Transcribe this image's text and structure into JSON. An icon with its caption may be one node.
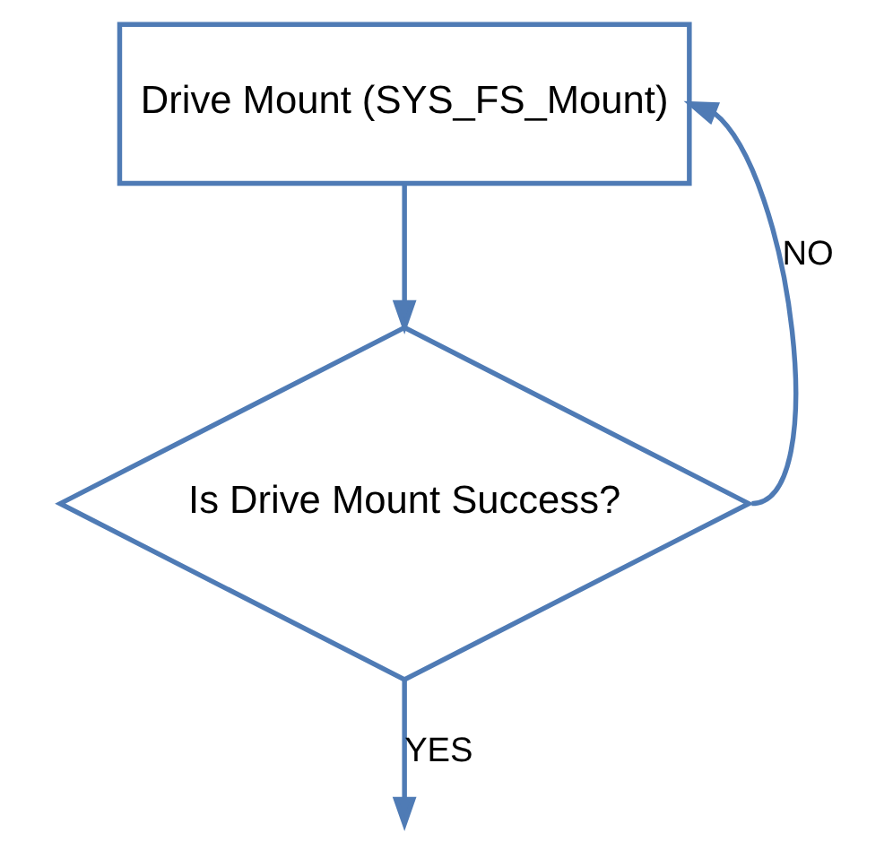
{
  "diagram": {
    "nodes": [
      {
        "text": [
          "Drive Mount (SYS_FS_Mount)"
        ]
      },
      {
        "text": [
          "Is Drive Mount Success?"
        ]
      }
    ],
    "edges": [
      {
        "from": 0,
        "to": 1,
        "arrow": "to"
      },
      {
        "from": 1,
        "to": 0,
        "label": "NO",
        "arrow": "to"
      },
      {
        "from": 1,
        "to": null,
        "label": "YES",
        "arrow": "to"
      }
    ]
  }
}
